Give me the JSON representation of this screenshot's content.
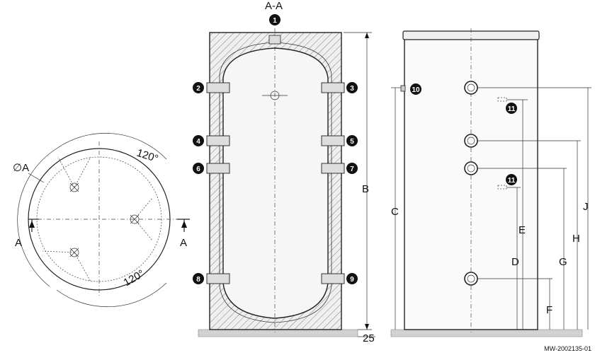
{
  "section_label": "A-A",
  "top_view": {
    "diameter_label": "∅A",
    "angle_top": "120°",
    "angle_bottom": "120°",
    "section_left": "A",
    "section_right": "A"
  },
  "badges": [
    "1",
    "2",
    "3",
    "4",
    "5",
    "6",
    "7",
    "8",
    "9",
    "10",
    "11",
    "11"
  ],
  "dimensions": {
    "B": "B",
    "C": "C",
    "D": "D",
    "E": "E",
    "F": "F",
    "G": "G",
    "H": "H",
    "J": "J",
    "base": "25"
  },
  "reference": "MW-2002135-01",
  "colors": {
    "line": "#222222",
    "hatch": "#555555",
    "badge": "#111111",
    "floor": "#d9d9d9"
  }
}
